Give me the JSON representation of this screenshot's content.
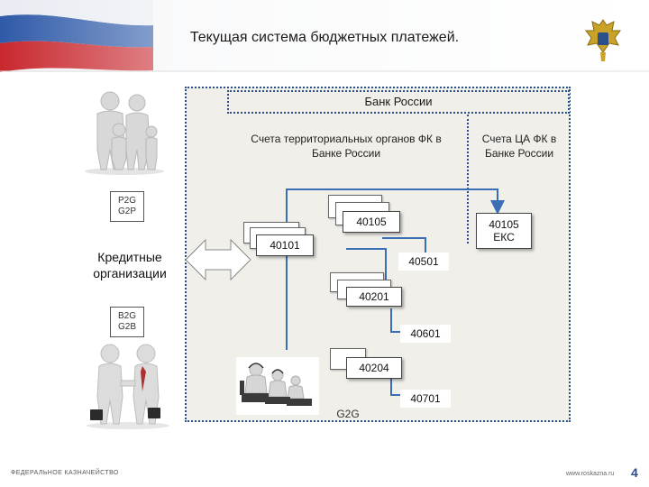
{
  "title": "Текущая система бюджетных платежей.",
  "bank": {
    "title": "Банк России"
  },
  "headers": {
    "territorial": "Счета территориальных органов ФК в Банке России",
    "ca": "Счета ЦА ФК в Банке России"
  },
  "accounts": {
    "a40101": "40101",
    "a40105": "40105",
    "a40105_eks": "40105 ЕКС",
    "a40501": "40501",
    "a40201": "40201",
    "a40601": "40601",
    "a40204": "40204",
    "a40701": "40701"
  },
  "tags": {
    "p2g": "P2G G2P",
    "b2g": "B2G G2B"
  },
  "credit_orgs": "Кредитные организации",
  "g2g": "G2G",
  "footer": {
    "left": "ФЕДЕРАЛЬНОЕ КАЗНАЧЕЙСТВО",
    "right": "www.roskazna.ru",
    "page": "4"
  },
  "colors": {
    "frame": "#2a4f8a",
    "panel": "#f1efe9",
    "flag_blue": "#2f5aa8",
    "flag_red": "#c8282e"
  }
}
